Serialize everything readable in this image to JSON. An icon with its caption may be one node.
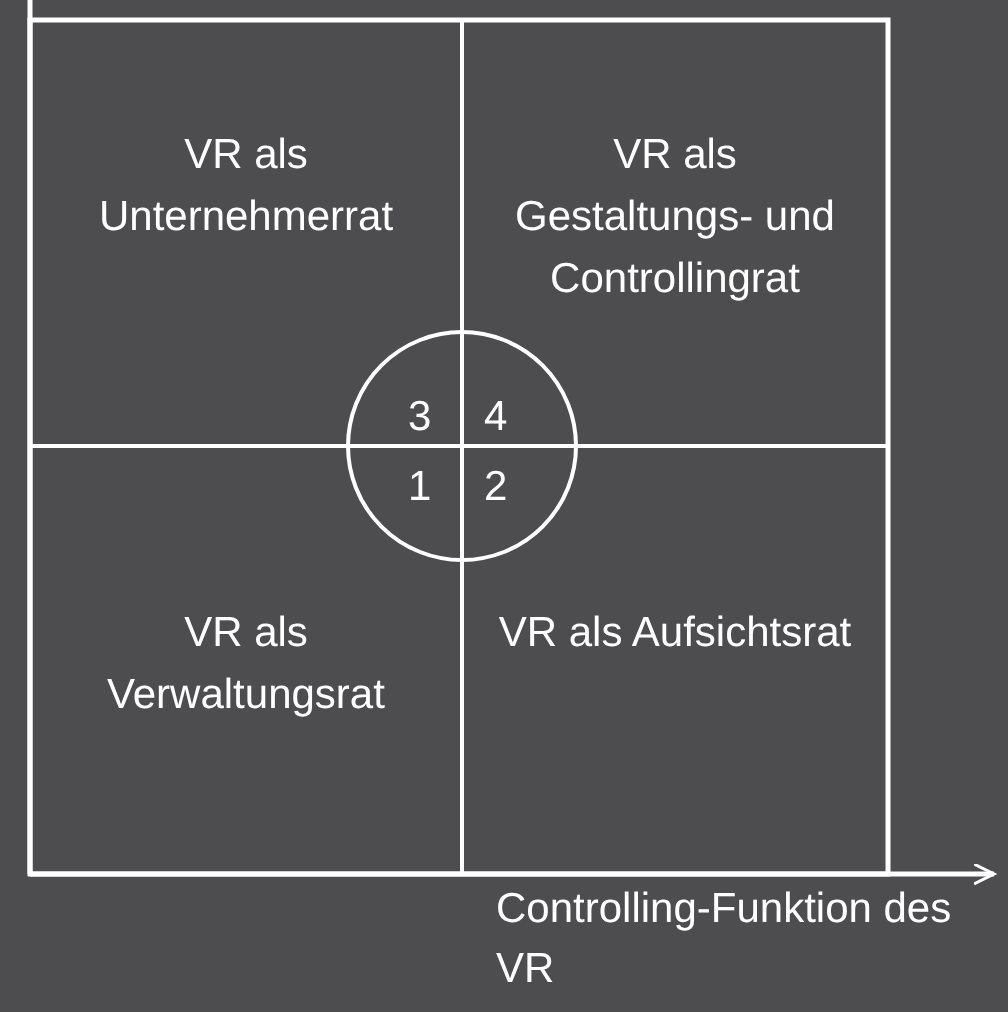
{
  "diagram": {
    "nodes": [
      {
        "text": [
          "VR als Unternehmerrat"
        ]
      },
      {
        "text": [
          "VR als Gestaltungs- und Controllingrat"
        ]
      },
      {
        "text": [
          "VR als Verwaltungsrat"
        ]
      },
      {
        "text": [
          "VR als Aufsichtsrat"
        ]
      }
    ],
    "labels": [
      "3",
      "4",
      "1",
      "2",
      "Controlling-Funktion des VR"
    ]
  }
}
